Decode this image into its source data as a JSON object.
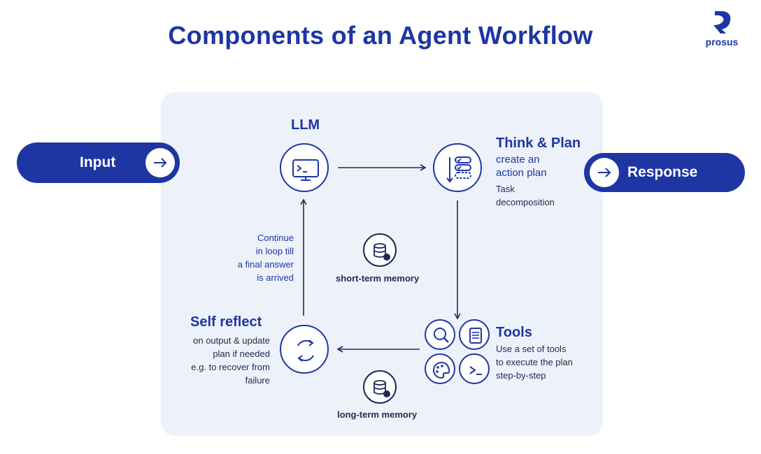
{
  "title": "Components of an Agent Workflow",
  "logo": {
    "text": "prosus"
  },
  "input": {
    "label": "Input"
  },
  "response": {
    "label": "Response"
  },
  "llm": {
    "title": "LLM",
    "icon": "monitor-terminal-icon"
  },
  "plan": {
    "title": "Think & Plan",
    "line1": "create an",
    "line2": "action plan",
    "line3": "Task",
    "line4": "decomposition",
    "icon": "task-list-icon"
  },
  "tools": {
    "title": "Tools",
    "line1": "Use a set of tools",
    "line2": "to execute the plan",
    "line3": "step-by-step",
    "icons": [
      "search-icon",
      "document-icon",
      "palette-icon",
      "terminal-icon"
    ]
  },
  "reflect": {
    "title": "Self reflect",
    "line1": "on output & update",
    "line2": "plan if needed",
    "line3": "e.g. to recover from",
    "line4": "failure",
    "icon": "refresh-cycle-icon"
  },
  "loop": {
    "line1": "Continue",
    "line2": "in loop till",
    "line3": "a final answer",
    "line4": "is arrived"
  },
  "memory": {
    "short": "short-term memory",
    "long": "long-term memory",
    "icon": "database-icon"
  },
  "colors": {
    "brand": "#1d36a3",
    "panel": "#edf1fa"
  }
}
